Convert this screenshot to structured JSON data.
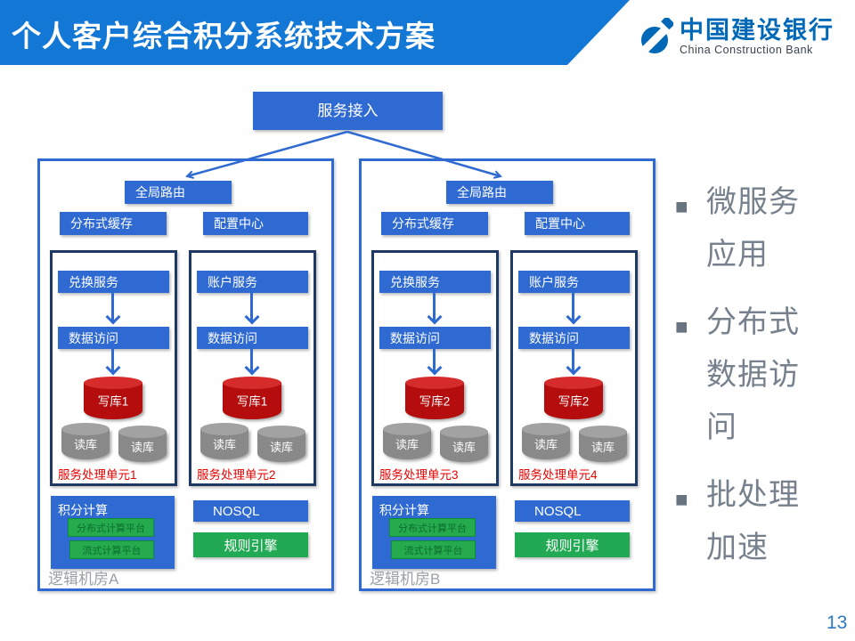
{
  "header": {
    "title": "个人客户综合积分系统技术方案",
    "bank_name_cn": "中国建设银行",
    "bank_name_en": "China Construction Bank"
  },
  "page_number": "13",
  "diagram": {
    "service_access_label": "服务接入",
    "rooms": [
      {
        "global_route": "全局路由",
        "distributed_cache": "分布式缓存",
        "config_center": "配置中心",
        "units": [
          {
            "service": "兑换服务",
            "data_access": "数据访问",
            "write_db": "写库1",
            "read_db_1": "读库",
            "read_db_2": "读库",
            "label": "服务处理单元1"
          },
          {
            "service": "账户服务",
            "data_access": "数据访问",
            "write_db": "写库1",
            "read_db_1": "读库",
            "read_db_2": "读库",
            "label": "服务处理单元2"
          }
        ],
        "points_calc": {
          "title": "积分计算",
          "platforms": [
            "分布式计算平台",
            "流式计算平台"
          ]
        },
        "nosql": "NOSQL",
        "rule_engine": "规则引擎",
        "label": "逻辑机房A"
      },
      {
        "global_route": "全局路由",
        "distributed_cache": "分布式缓存",
        "config_center": "配置中心",
        "units": [
          {
            "service": "兑换服务",
            "data_access": "数据访问",
            "write_db": "写库2",
            "read_db_1": "读库",
            "read_db_2": "读库",
            "label": "服务处理单元3"
          },
          {
            "service": "账户服务",
            "data_access": "数据访问",
            "write_db": "写库2",
            "read_db_1": "读库",
            "read_db_2": "读库",
            "label": "服务处理单元4"
          }
        ],
        "points_calc": {
          "title": "积分计算",
          "platforms": [
            "分布式计算平台",
            "流式计算平台"
          ]
        },
        "nosql": "NOSQL",
        "rule_engine": "规则引擎",
        "label": "逻辑机房B"
      }
    ]
  },
  "bullets": [
    {
      "label": "微服务应用"
    },
    {
      "label": "分布式数据访问"
    },
    {
      "label": "批处理加速"
    }
  ],
  "colors": {
    "header_blue": "#1377d6",
    "box_blue": "#2e6ad1",
    "unit_border_navy": "#1e3a64",
    "write_db_red": "#b50d0d",
    "read_db_gray": "#898989",
    "green": "#22a953",
    "platform_green": "#26aa4e",
    "unit_label_red": "#e60000",
    "room_label_gray": "#9aa0a6",
    "bullet_gray": "#76818d",
    "logo_blue": "#0068b7",
    "page_number_blue": "#2f79c2"
  }
}
